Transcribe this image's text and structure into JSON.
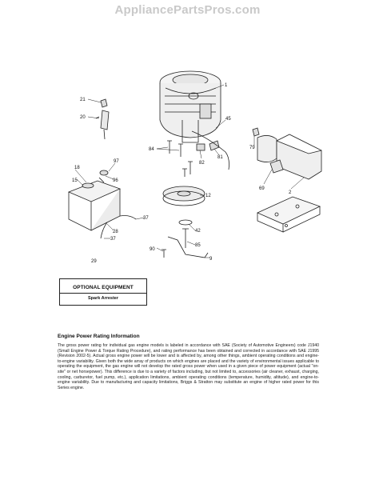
{
  "watermark": "AppliancePartsPros.com",
  "callouts": {
    "c1": "1",
    "c21": "21",
    "c20": "20",
    "c45": "45",
    "c84": "84",
    "c82": "82",
    "c81": "81",
    "c79": "79",
    "c97": "97",
    "c18": "18",
    "c15": "15",
    "c96": "96",
    "c12": "12",
    "c69": "69",
    "c2": "2",
    "c37a": "37",
    "c28": "28",
    "c37b": "37",
    "c42": "42",
    "c85": "85",
    "c90": "90",
    "c9": "9",
    "c29": "29"
  },
  "optional_equipment": {
    "title": "OPTIONAL EQUIPMENT",
    "item": "Spark Arrester"
  },
  "rating": {
    "title": "Engine Power Rating Information",
    "body": "The gross power rating for individual gas engine models is labeled in accordance with SAE (Society of Automotive Engineers) code J1940 (Small Engine Power & Torque Rating Procedure), and rating performance has been obtained and corrected in accordance with SAE J1995 (Revision 2002-5). Actual gross engine power will be lower and is affected by, among other things, ambient operating conditions and engine-to-engine variability. Given both the wide array of products on which engines are placed and the variety of environmental issues applicable to operating the equipment, the gas engine will not develop the rated gross power when used in a given piece of power equipment (actual \"on-site\" or net horsepower). This difference is due to a variety of factors including, but not limited to, accessories (air cleaner, exhaust, charging, cooling, carburetor, fuel pump, etc.), application limitations, ambient operating conditions (temperature, humidity, altitude), and engine-to-engine variability. Due to manufacturing and capacity limitations, Briggs & Stratton may substitute an engine of higher rated power for this Series engine."
  }
}
